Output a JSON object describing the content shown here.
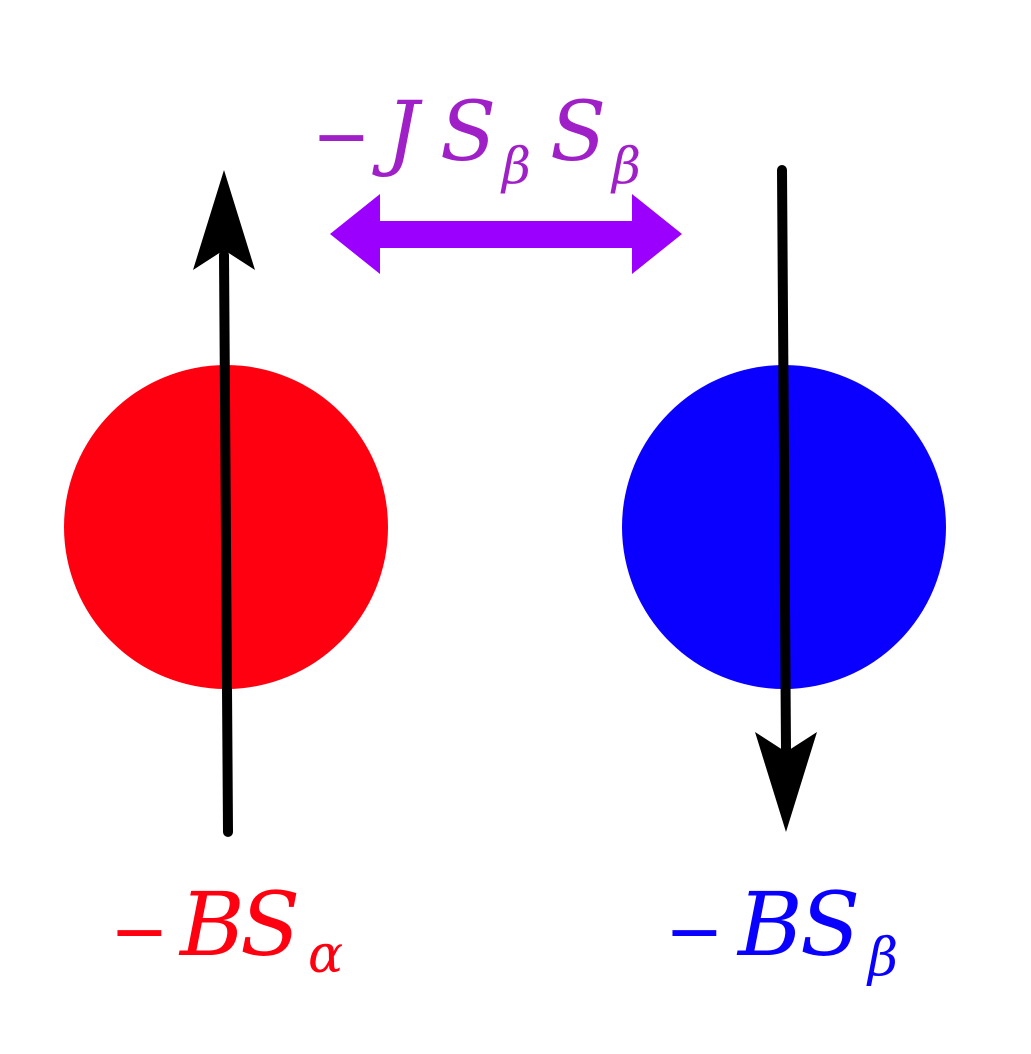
{
  "coupling_label": {
    "minus": "−",
    "J": "J",
    "S1": "S",
    "sub1": "β",
    "S2": "S",
    "sub2": "β",
    "color": "#a020c8"
  },
  "left_spin": {
    "direction": "up",
    "color": "#ff0010",
    "label": {
      "minus": "−",
      "B": "B",
      "S": "S",
      "sub": "α",
      "color": "#ff0010"
    }
  },
  "right_spin": {
    "direction": "down",
    "color": "#0a00ff",
    "label": {
      "minus": "−",
      "B": "B",
      "S": "S",
      "sub": "β",
      "color": "#0a00ff"
    }
  },
  "coupling_arrow_color": "#9b00ff",
  "spin_arrow_color": "#000000"
}
